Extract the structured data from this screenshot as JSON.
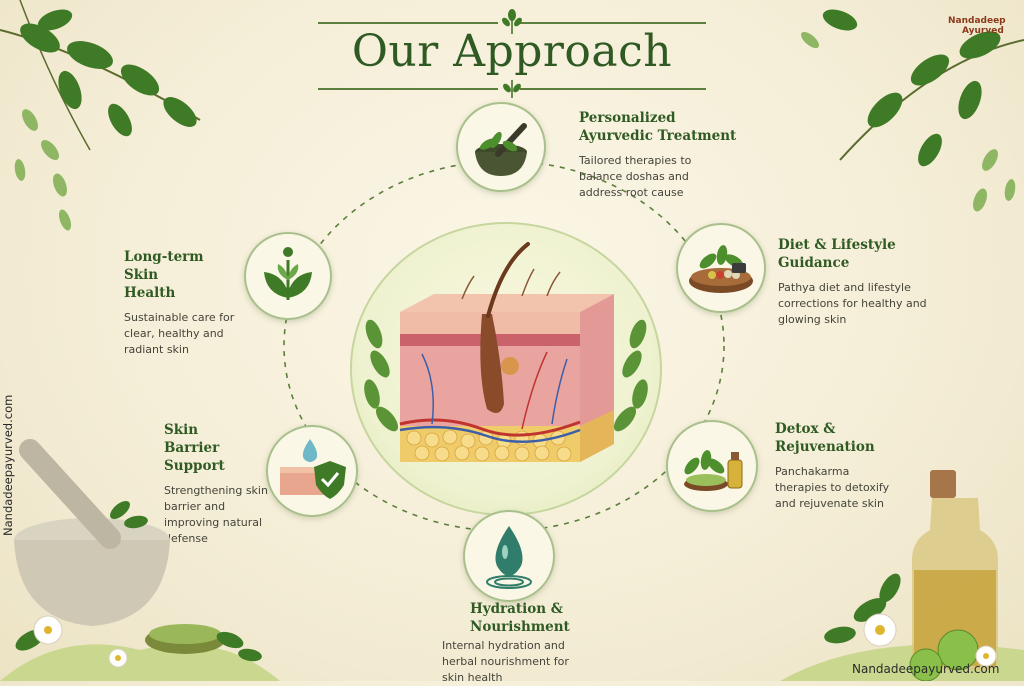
{
  "title": "Our Approach",
  "logo": {
    "line1": "Nandadeep",
    "line2": "Ayurved"
  },
  "watermark_side": "Nandadeepayurved.com",
  "watermark_bottom": "Nandadeepayurved.com",
  "features": {
    "personalized": {
      "title": "Personalized Ayurvedic Treatment",
      "desc": "Tailored therapies to balance doshas and address root cause",
      "icon": "mortar-herbs-icon"
    },
    "diet": {
      "title": "Diet & Lifestyle Guidance",
      "desc": "Pathya diet and lifestyle corrections for healthy and glowing skin",
      "icon": "food-bowl-icon"
    },
    "detox": {
      "title": "Detox & Rejuvenation",
      "desc": "Panchakarma therapies to detoxify and rejuvenate skin",
      "icon": "herbal-oil-icon"
    },
    "hydration": {
      "title": "Hydration & Nourishment",
      "desc": "Internal hydration and herbal nourishment for skin health",
      "icon": "water-drop-icon"
    },
    "barrier": {
      "title": "Skin Barrier Support",
      "desc": "Strengthening skin barrier and improving natural defense",
      "icon": "shield-check-icon"
    },
    "longterm": {
      "title": "Long-term Skin Health",
      "desc": "Sustainable care for clear, healthy and radiant skin",
      "icon": "leaf-person-icon"
    }
  },
  "colors": {
    "accent": "#2f5a23",
    "leaf": "#4f8a2e",
    "background": "#f6f0dc",
    "skin": "#e9a79a"
  }
}
